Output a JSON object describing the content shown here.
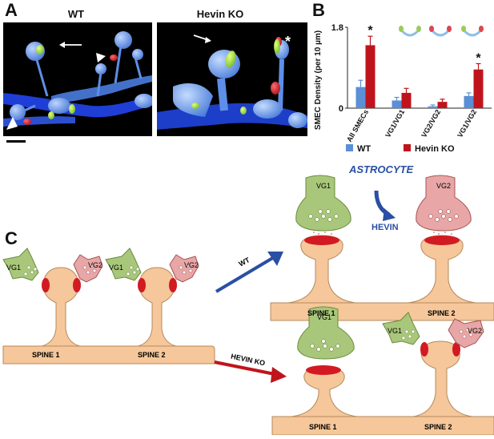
{
  "panel_a": {
    "letter": "A",
    "wt_label": "WT",
    "ko_label": "Hevin KO",
    "asterisk": "*"
  },
  "panel_b": {
    "letter": "B"
  },
  "panel_c": {
    "letter": "C",
    "astrocyte_label": "ASTROCYTE",
    "hevin_label": "HEVIN",
    "wt_arrow_label": "WT",
    "ko_arrow_label": "HEVIN KO",
    "vg1": "VG1",
    "vg2": "VG2",
    "spine1": "SPINE 1",
    "spine2": "SPINE 2"
  },
  "colors": {
    "blue": "#5b8fd6",
    "red": "#c0141c",
    "green_terminal": "#9dbb6c",
    "pink_terminal": "#e39a9a",
    "spine": "#f6c79a",
    "spine_stroke": "#b58a5c",
    "astro_blue": "#2a4fa3"
  },
  "chart_data": {
    "type": "bar",
    "ylabel": "SMEC Density (per 10 µm)",
    "ylim": [
      0,
      1.8
    ],
    "yticks": [
      "0",
      "1.8"
    ],
    "categories": [
      "All SMECs",
      "VG1/VG1",
      "VG2/VG2",
      "VG1/VG2"
    ],
    "series": [
      {
        "name": "WT",
        "color": "#5b8fd6",
        "values": [
          0.47,
          0.17,
          0.04,
          0.27
        ],
        "errors": [
          0.15,
          0.07,
          0.03,
          0.07
        ]
      },
      {
        "name": "Hevin KO",
        "color": "#c0141c",
        "values": [
          1.4,
          0.34,
          0.14,
          0.86
        ],
        "errors": [
          0.2,
          0.1,
          0.06,
          0.13
        ]
      }
    ],
    "significance": [
      "*",
      "",
      "",
      "*"
    ],
    "legend_placement": "bottom"
  }
}
